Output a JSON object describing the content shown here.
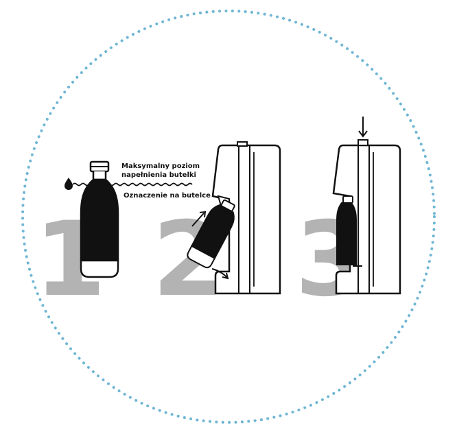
{
  "colors": {
    "circle_dots": "#6fb6d4",
    "step_number": "#b3b3b3",
    "ink": "#111111",
    "bottle_fill": "#111111"
  },
  "steps": [
    {
      "number": "1"
    },
    {
      "number": "2"
    },
    {
      "number": "3"
    }
  ],
  "labels": {
    "max_fill_line1": "Maksymalny poziom",
    "max_fill_line2": "napełnienia butelki",
    "bottle_mark": "Oznaczenie na butelce"
  },
  "icons": {
    "drop": "water-drop-icon",
    "wave": "wave-line-icon",
    "arrow_up": "arrow-up-right-icon",
    "arrow_curved": "curved-arrow-icon",
    "arrow_down": "arrow-down-icon"
  }
}
